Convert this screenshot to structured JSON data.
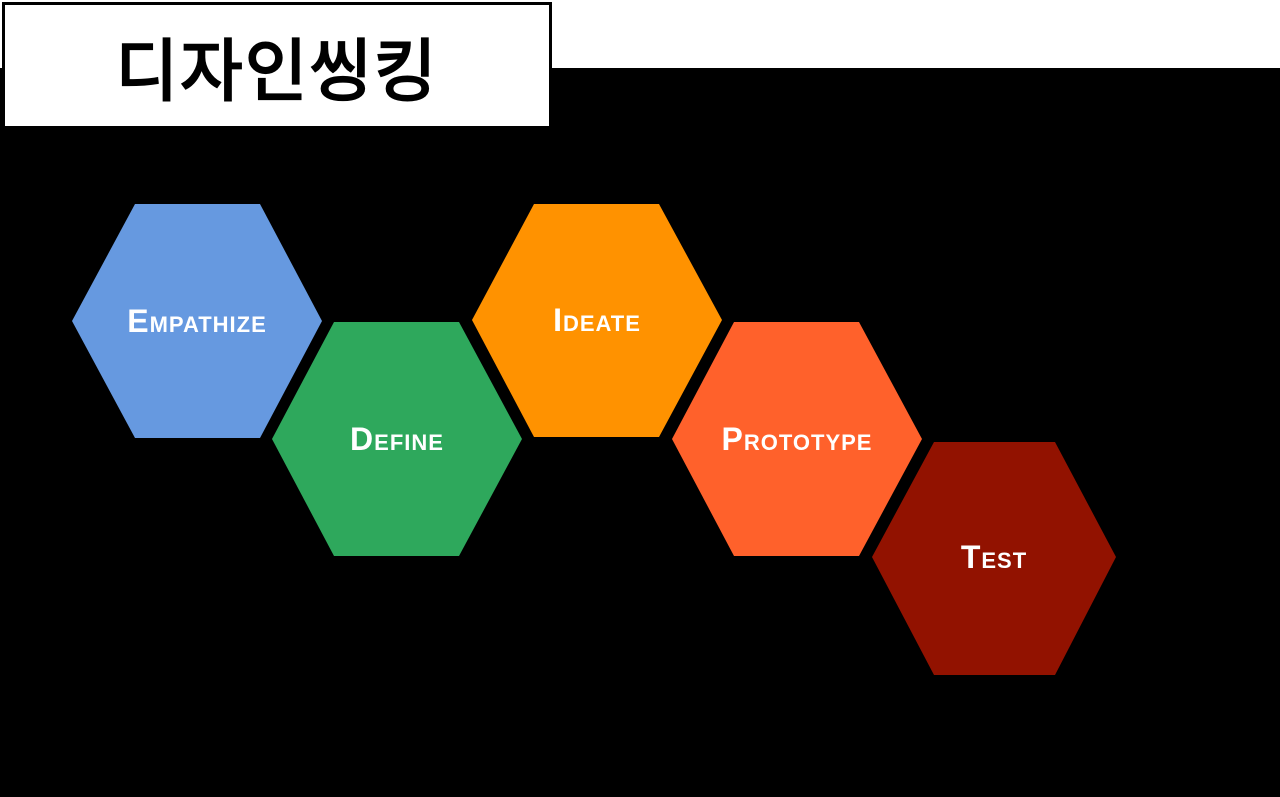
{
  "title": "디자인씽킹",
  "stages": [
    {
      "label": "Empathize",
      "color": "#6699E0"
    },
    {
      "label": "Define",
      "color": "#2EA85C"
    },
    {
      "label": "Ideate",
      "color": "#FF9200"
    },
    {
      "label": "Prototype",
      "color": "#FF612B"
    },
    {
      "label": "Test",
      "color": "#921200"
    }
  ]
}
